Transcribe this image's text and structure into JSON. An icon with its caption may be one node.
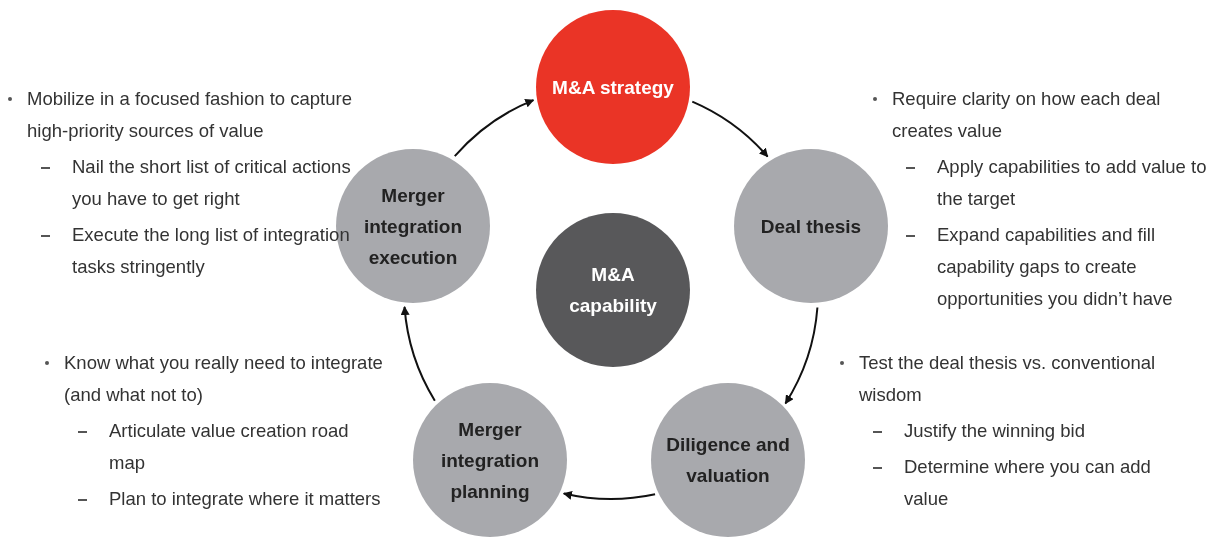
{
  "diagram": {
    "nodes": [
      {
        "text": [
          "M&A strategy"
        ]
      },
      {
        "text": [
          "Deal thesis"
        ],
        "beside": [
          "Require clarity on how each deal creates value",
          "Apply capabilities to add value to the target",
          "Expand capabilities and fill capability gaps to create opportunities you didn’t have"
        ]
      },
      {
        "text": [
          "Diligence and valuation"
        ],
        "beside": [
          "Test the deal thesis vs. conventional wisdom",
          "Justify the winning bid",
          "Determine where you can add value"
        ]
      },
      {
        "text": [
          "Merger integration planning"
        ],
        "beside": [
          "Know what you really need to integrate (and what not to)",
          "Articulate value creation road map",
          "Plan to integrate where it matters"
        ]
      },
      {
        "text": [
          "Merger integration execution"
        ],
        "beside": [
          "Mobilize in a focused fashion to capture high-priority sources of value",
          "Nail the short list of critical actions you have to get right",
          "Execute the long list of integration tasks stringently"
        ]
      },
      {
        "text": [
          "M&A capability"
        ]
      }
    ],
    "edges": [
      {
        "from": 0,
        "to": 1,
        "arrow": "to"
      },
      {
        "from": 1,
        "to": 2,
        "arrow": "to"
      },
      {
        "from": 2,
        "to": 3,
        "arrow": "to"
      },
      {
        "from": 3,
        "to": 4,
        "arrow": "to"
      },
      {
        "from": 4,
        "to": 0,
        "arrow": "to"
      }
    ]
  }
}
